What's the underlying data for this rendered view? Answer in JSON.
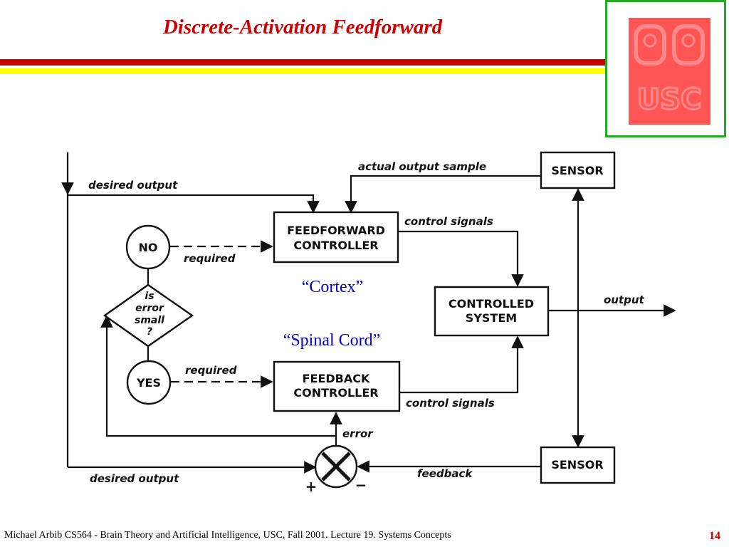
{
  "slide": {
    "title": "Discrete-Activation Feedforward",
    "footer": "Michael Arbib CS564 - Brain Theory and Artificial Intelligence,  USC, Fall 2001. Lecture 19. Systems Concepts",
    "page_number": "14"
  },
  "logo": {
    "text": "USC",
    "colors": {
      "frame": "#22aa22",
      "tile": "#ff5555"
    }
  },
  "diagram": {
    "blocks": {
      "sensor_top": "SENSOR",
      "feedforward_line1": "FEEDFORWARD",
      "feedforward_line2": "CONTROLLER",
      "controlled_line1": "CONTROLLED",
      "controlled_line2": "SYSTEM",
      "feedback_line1": "FEEDBACK",
      "feedback_line2": "CONTROLLER",
      "sensor_bottom": "SENSOR"
    },
    "decision": {
      "no": "NO",
      "yes": "YES",
      "question_line1": "is",
      "question_line2": "error",
      "question_line3": "small",
      "question_line4": "?"
    },
    "labels": {
      "desired_output_top": "desired  output",
      "actual_output_sample": "actual  output  sample",
      "control_signals_top": "control  signals",
      "required_top": "required",
      "output": "output",
      "required_bottom": "required",
      "control_signals_bottom": "control  signals",
      "error": "error",
      "feedback": "feedback",
      "desired_output_bottom": "desired  output",
      "plus": "+",
      "minus": "−"
    },
    "annotations": {
      "cortex": "“Cortex”",
      "spinal_cord": "“Spinal Cord”"
    }
  },
  "colors": {
    "title": "#cc0000",
    "band_red": "#cc0000",
    "band_yellow": "#ffff00",
    "annotation": "#0000cc",
    "page_number": "#cc0000"
  }
}
